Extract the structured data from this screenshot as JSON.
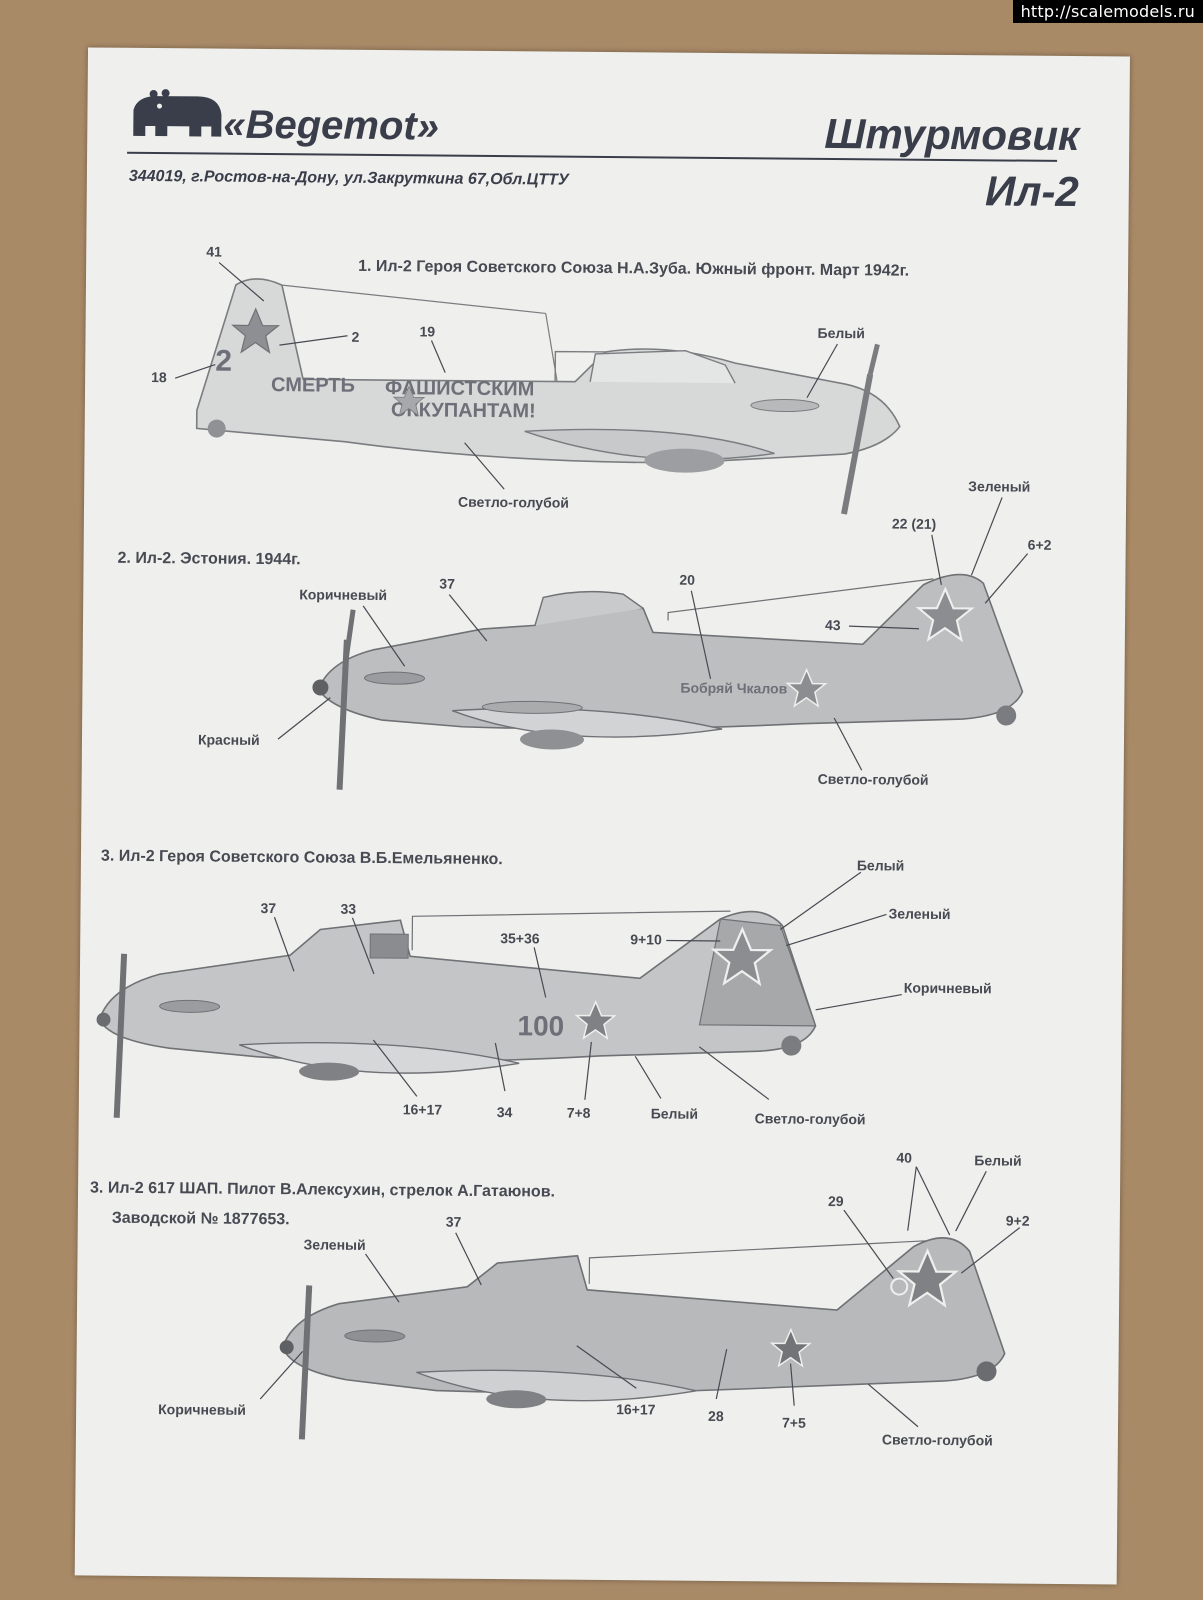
{
  "watermark": "http://scalemodels.ru",
  "header": {
    "brand": "«Begemot»",
    "address": "344019,  г.Ростов-на-Дону, ул.Закруткина 67,Обл.ЦТТУ",
    "title": "Штурмовик",
    "subtitle": "Ил-2"
  },
  "schemes": [
    {
      "caption": "1. Ил-2 Героя Советского Союза Н.А.Зуба. Южный фронт. Март 1942г.",
      "labels": [
        "41",
        "2",
        "19",
        "18",
        "Белый",
        "Светло-голубой"
      ],
      "fuselage_text": [
        "СМЕРТЬ",
        "ФАШИСТСКИМ",
        "ОККУПАНТАМ!"
      ],
      "tail_number": "2"
    },
    {
      "caption": "2. Ил-2.  Эстония.  1944г.",
      "labels": [
        "22 (21)",
        "Зеленый",
        "6+2",
        "Коричневый",
        "37",
        "20",
        "43",
        "Красный",
        "Светло-голубой"
      ],
      "fuselage_text": [
        "Бобряй Чкалов"
      ]
    },
    {
      "caption": "3. Ил-2 Героя Советского Союза В.Б.Емельяненко.",
      "labels": [
        "Белый",
        "Зеленый",
        "37",
        "33",
        "35+36",
        "9+10",
        "Коричневый",
        "16+17",
        "34",
        "7+8",
        "Белый",
        "Светло-голубой"
      ],
      "fuselage_text": [
        "100"
      ]
    },
    {
      "caption": "3. Ил-2  617 ШАП. Пилот В.Алексухин, стрелок А.Гатаюнов.",
      "caption_line2": "Заводской № 1877653.",
      "labels": [
        "40",
        "Белый",
        "29",
        "9+2",
        "37",
        "Зеленый",
        "Коричневый",
        "16+17",
        "28",
        "7+5",
        "Светло-голубой"
      ]
    }
  ],
  "colors": {
    "paper": "#efefed",
    "ink": "#474a52",
    "background": "#a98a67",
    "aircraft_light": "#cfd0d0",
    "aircraft_dark": "#9fa1a3"
  }
}
